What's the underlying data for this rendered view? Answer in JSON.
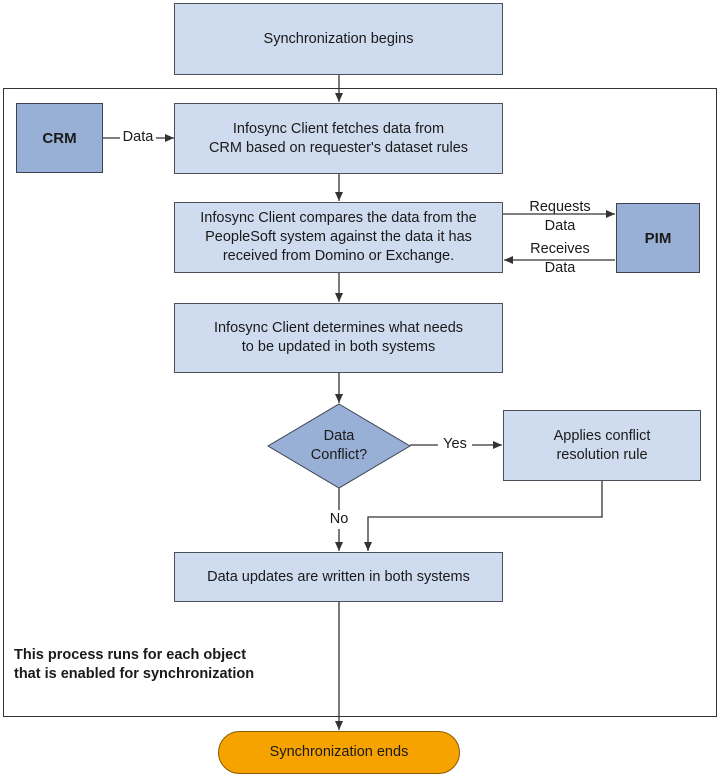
{
  "nodes": {
    "start": "Synchronization begins",
    "crm": "CRM",
    "fetch": "Infosync Client fetches data from\nCRM based on requester's dataset rules",
    "compare": "Infosync Client compares the data from the\nPeopleSoft system against the data it has\nreceived from Domino or Exchange.",
    "pim": "PIM",
    "determine": "Infosync Client determines what needs\nto be updated in both systems",
    "decision": "Data\nConflict?",
    "resolve": "Applies conflict\nresolution rule",
    "write": "Data updates are written in both systems",
    "end": "Synchronization ends"
  },
  "edge_labels": {
    "crm_data": "Data",
    "requests": "Requests\nData",
    "receives": "Receives\nData",
    "yes": "Yes",
    "no": "No"
  },
  "note": "This process runs for each object\nthat is enabled for synchronization",
  "colors": {
    "process_fill": "#cfdbee",
    "actor_fill": "#98afd6",
    "terminal_fill": "#f6a300"
  }
}
